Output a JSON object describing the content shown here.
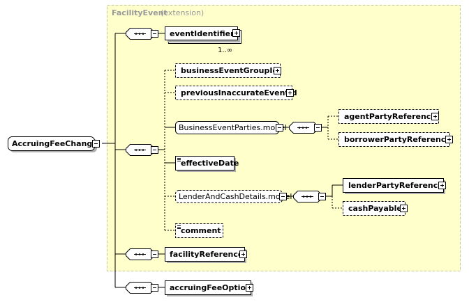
{
  "extension": {
    "title": "FacilityEvent",
    "subtitle": "(extension)"
  },
  "root": {
    "label": "AccruingFeeChange"
  },
  "elements": {
    "eventIdentifier": "eventIdentifier",
    "eventIdentifier_occurs": "1..∞",
    "businessEventGroupId": "businessEventGroupId",
    "previousInaccurateEventId": "previousInaccurateEventId",
    "businessEventPartiesModel": "BusinessEventParties.model",
    "agentPartyReference": "agentPartyReference",
    "borrowerPartyReference": "borrowerPartyReference",
    "effectiveDate": "effectiveDate",
    "lenderAndCashDetailsModel": "LenderAndCashDetails.model",
    "lenderPartyReference": "lenderPartyReference",
    "cashPayable": "cashPayable",
    "comment": "comment",
    "facilityReference": "facilityReference",
    "accruingFeeOption": "accruingFeeOption"
  }
}
